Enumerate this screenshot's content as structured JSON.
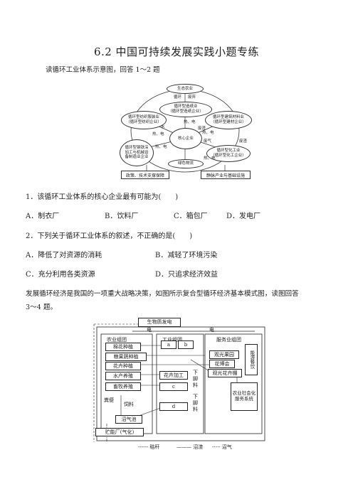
{
  "title": "6.2 中国可持续发展实践小题专练",
  "intro1": "读循环工业体系示意图，回答 1～2 题",
  "diagram1": {
    "top": "生态农业",
    "top_links": [
      "循环",
      "废弃"
    ],
    "upper_mid": "循环型造纸业\n（循环型造纸企业）",
    "left_up": "循环型纺织服装业\n（循环型纺织企业）",
    "right_up": "循环型建筑材料业\n（循环型建材企业）",
    "center": "核心企业",
    "left_low": "循环型钢铁深\n加工与机械设\n备制造业企业",
    "right_low": "循环型化工业\n（循环型化工企业）",
    "bottom": "绿色物流",
    "policy": "政策、技术支撑保障",
    "infra": "静脉产业与基础设施",
    "labels": [
      "热、电",
      "水",
      "热、电",
      "热、电",
      "废渣",
      "热、电",
      "废气",
      "热、电",
      "废渣"
    ]
  },
  "q1": "1．该循环工业体系的核心企业最有可能为(　　)",
  "q1_opts": [
    "A．制衣厂",
    "B．饮料厂",
    "C．箱包厂",
    "D．发电厂"
  ],
  "q2": "2．下列关于循环工业体系的叙述，不正确的是(　　)",
  "q2_opts": [
    "A．降低了对资源的消耗",
    "B．减轻了环境污染",
    "C．充分利用各类资源",
    "D．只追求经济效益"
  ],
  "intro2_line1": "发展循环经济是我国的一项重大战略决策，如图所示复合型循环经济基本模式图，读图回答",
  "intro2_line2": "3～4 题。",
  "diagram2": {
    "top": "生物质发电",
    "dian": "电",
    "col1_title": "农业组团",
    "col2_title": "工业组团",
    "col3_title": "服务业组团",
    "col1_items": [
      "棉花种植",
      "粮果蔬种植",
      "花卉种植",
      "水产养殖",
      "畜牧养殖"
    ],
    "fenbian": "粪便",
    "siliao": "饲料",
    "zhaoqichi": "沼气池",
    "chuxu": "贮能厂(气化)",
    "a": "a",
    "b": "b",
    "c": "c",
    "d": "d",
    "huahui": "花卉加工",
    "xiajiaoliao": "下脚料",
    "guanguang": "观光果园",
    "huabohui": "花博会",
    "huahuipeng": "观光花卉棚",
    "nengyuan": "能游餐饮",
    "nongye_shehui": "农业社会化服务系统",
    "legend": [
      "秸秆",
      "沼渣",
      "沼气"
    ]
  }
}
